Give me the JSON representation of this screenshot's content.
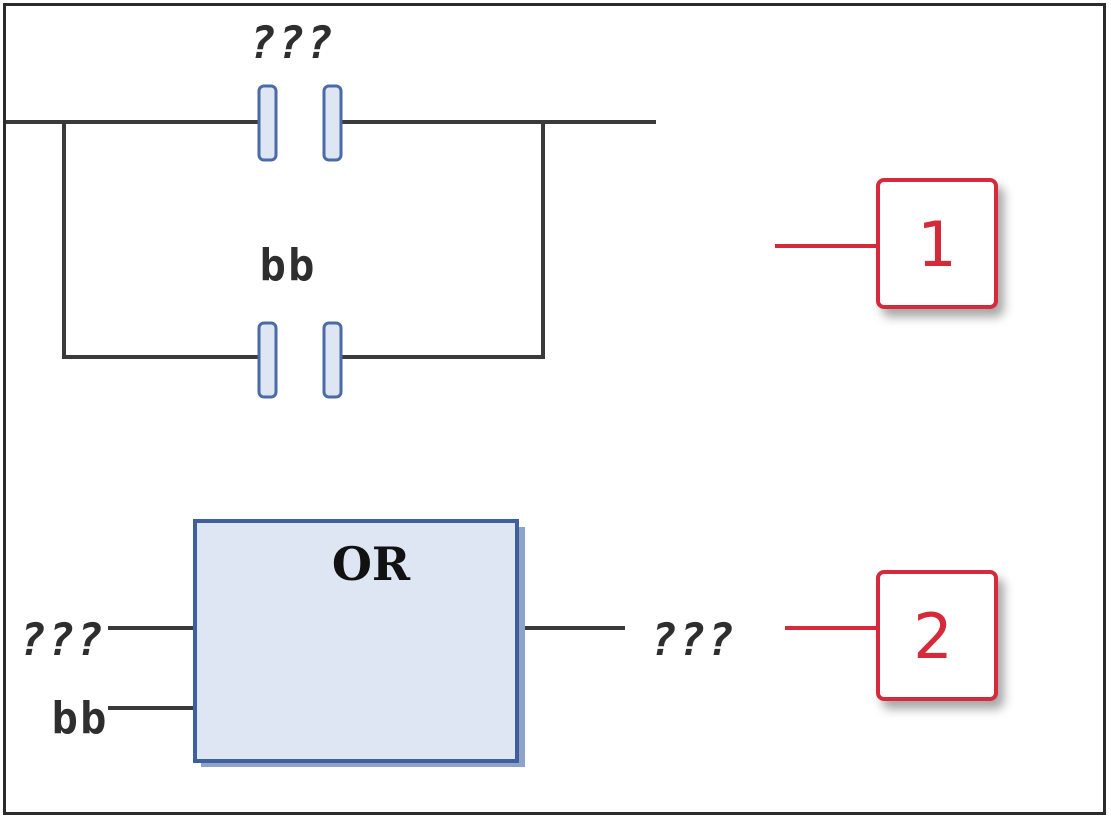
{
  "ladder": {
    "contact_top_label": "???",
    "contact_bottom_label": "bb"
  },
  "fbd": {
    "block_type": "OR",
    "input1_label": "???",
    "input2_label": "bb",
    "output_label": "???"
  },
  "callouts": {
    "first": "1",
    "second": "2"
  },
  "colors": {
    "wire": "#3a3a3a",
    "contact_fill": "#dfe6f3",
    "contact_stroke": "#4a6aa8",
    "block_fill": "#dfe6f3",
    "block_stroke": "#3f5f9f",
    "callout_red": "#d42a3a"
  }
}
